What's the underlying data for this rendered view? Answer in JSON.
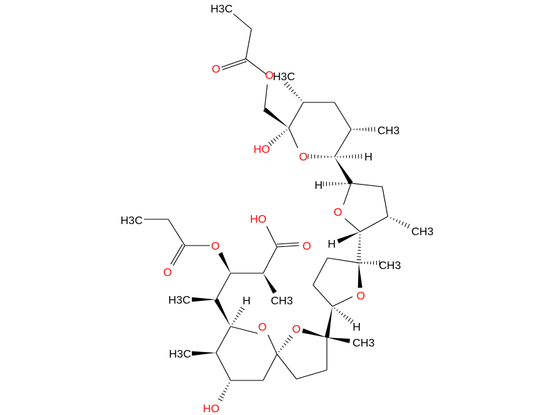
{
  "title": "Chemical structure",
  "colors": {
    "bond": "#000000",
    "carbon_label": "#000000",
    "oxygen_label": "#ff0d0d"
  },
  "labels": [
    {
      "id": "l1",
      "text": "H3C",
      "element": "C"
    },
    {
      "id": "l2",
      "text": "O",
      "element": "O"
    },
    {
      "id": "l3",
      "text": "O",
      "element": "O"
    },
    {
      "id": "l4",
      "text": "H3C",
      "element": "C"
    },
    {
      "id": "l5",
      "text": "CH3",
      "element": "C"
    },
    {
      "id": "l6",
      "text": "HO",
      "element": "O"
    },
    {
      "id": "l7",
      "text": "O",
      "element": "O"
    },
    {
      "id": "l8",
      "text": "H",
      "element": "H"
    },
    {
      "id": "l9",
      "text": "H",
      "element": "H"
    },
    {
      "id": "l10",
      "text": "O",
      "element": "O"
    },
    {
      "id": "l11",
      "text": "CH3",
      "element": "C"
    },
    {
      "id": "l12",
      "text": "H",
      "element": "H"
    },
    {
      "id": "l13",
      "text": "CH3",
      "element": "C"
    },
    {
      "id": "l14",
      "text": "O",
      "element": "O"
    },
    {
      "id": "l15",
      "text": "H",
      "element": "H"
    },
    {
      "id": "l16",
      "text": "CH3",
      "element": "C"
    },
    {
      "id": "l17",
      "text": "O",
      "element": "O"
    },
    {
      "id": "l18",
      "text": "O",
      "element": "O"
    },
    {
      "id": "l19",
      "text": "HO",
      "element": "O"
    },
    {
      "id": "l20",
      "text": "H3C",
      "element": "C"
    },
    {
      "id": "l21",
      "text": "H",
      "element": "H"
    },
    {
      "id": "l22",
      "text": "H3C",
      "element": "C"
    },
    {
      "id": "l23",
      "text": "O",
      "element": "O"
    },
    {
      "id": "l24",
      "text": "O",
      "element": "O"
    },
    {
      "id": "l25",
      "text": "H3C",
      "element": "C"
    },
    {
      "id": "l26",
      "text": "CH3",
      "element": "C"
    },
    {
      "id": "l27",
      "text": "O",
      "element": "O"
    },
    {
      "id": "l28",
      "text": "HO",
      "element": "O"
    }
  ]
}
